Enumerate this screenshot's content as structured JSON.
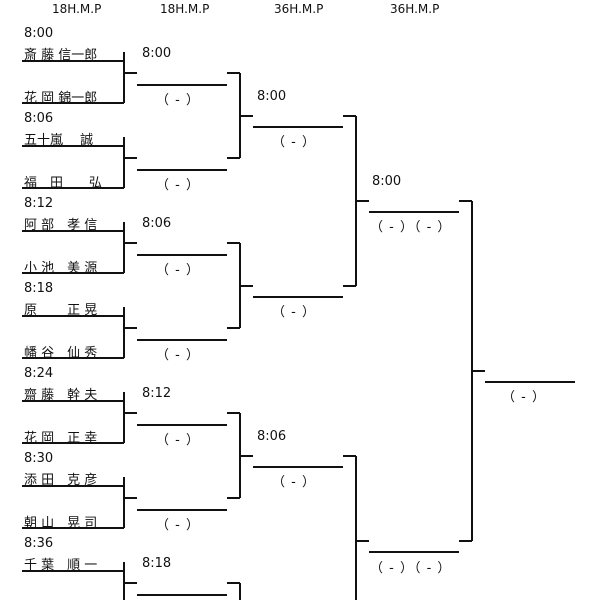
{
  "headers": [
    "18H.M.P",
    "18H.M.P",
    "36H.M.P",
    "36H.M.P"
  ],
  "round1": [
    {
      "time": "8:00",
      "players": [
        "斎 藤 信一郎",
        "花 岡 錦一郎"
      ]
    },
    {
      "time": "8:06",
      "players": [
        "五十嵐　 誠",
        "福　田　　弘"
      ]
    },
    {
      "time": "8:12",
      "players": [
        "阿 部　孝 信",
        "小 池　美 源"
      ]
    },
    {
      "time": "8:18",
      "players": [
        "原　　 正 晃",
        "幡 谷　仙 秀"
      ]
    },
    {
      "time": "8:24",
      "players": [
        "齋 藤　幹 夫",
        "花 岡　正 幸"
      ]
    },
    {
      "time": "8:30",
      "players": [
        "添 田　克 彦",
        "朝 山　晃 司"
      ]
    },
    {
      "time": "8:36",
      "players": [
        "千 葉　順 一"
      ]
    }
  ],
  "round2_times": [
    "8:00",
    "8:06",
    "8:12",
    "8:18"
  ],
  "round3_times": [
    "8:00",
    "8:06"
  ],
  "round4_time": "8:00",
  "score_placeholder": "（ ‐ ）",
  "double_score_placeholder": "（ ‐ ）（ ‐ ）"
}
